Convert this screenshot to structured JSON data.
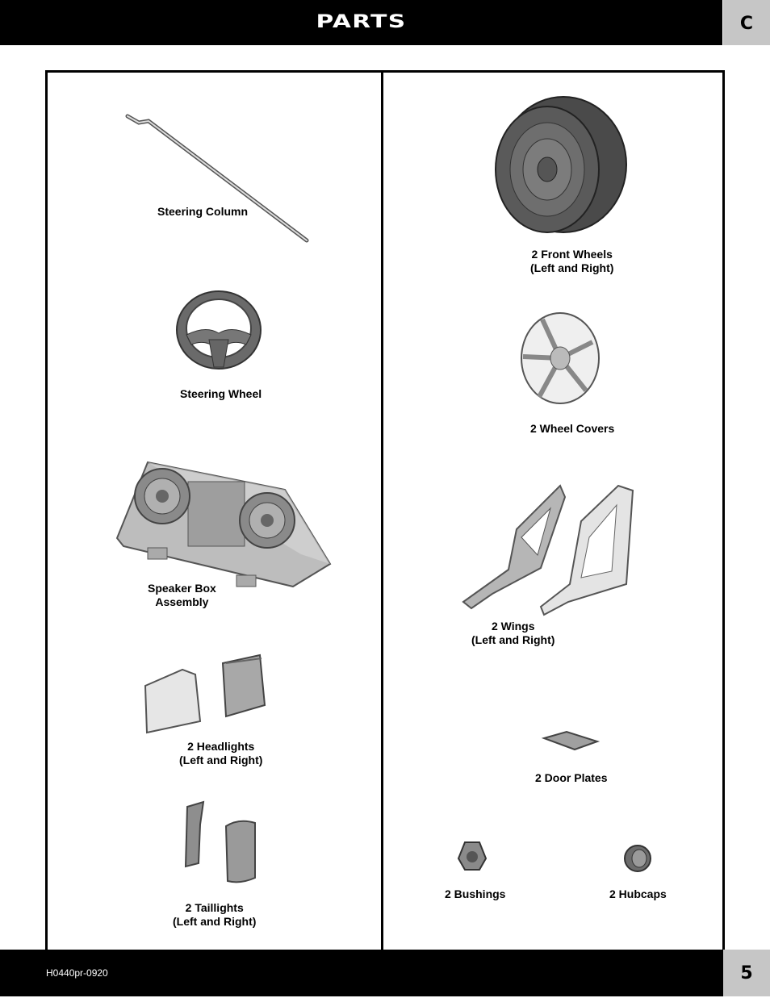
{
  "header": {
    "title": "PARTS",
    "section_tab": "C"
  },
  "footer": {
    "doc_code": "H0440pr-0920",
    "page_number": "5"
  },
  "parts_left": [
    {
      "name": "Steering Column"
    },
    {
      "name": "Steering Wheel"
    },
    {
      "line1": "Speaker Box",
      "line2": "Assembly"
    },
    {
      "line1": "2 Headlights",
      "line2": "(Left and Right)"
    },
    {
      "line1": "2 Taillights",
      "line2": "(Left and Right)"
    }
  ],
  "parts_right": [
    {
      "line1": "2 Front Wheels",
      "line2": "(Left and Right)"
    },
    {
      "name": "2 Wheel Covers"
    },
    {
      "line1": "2 Wings",
      "line2": "(Left and Right)"
    },
    {
      "name": "2 Door Plates"
    },
    {
      "name": "2 Bushings"
    },
    {
      "name": "2 Hubcaps"
    }
  ],
  "icons": [
    "steering-column-icon",
    "steering-wheel-icon",
    "speaker-box-icon",
    "headlights-icon",
    "taillights-icon",
    "front-wheel-icon",
    "wheel-cover-icon",
    "wings-icon",
    "door-plate-icon",
    "bushing-icon",
    "hubcap-icon"
  ]
}
